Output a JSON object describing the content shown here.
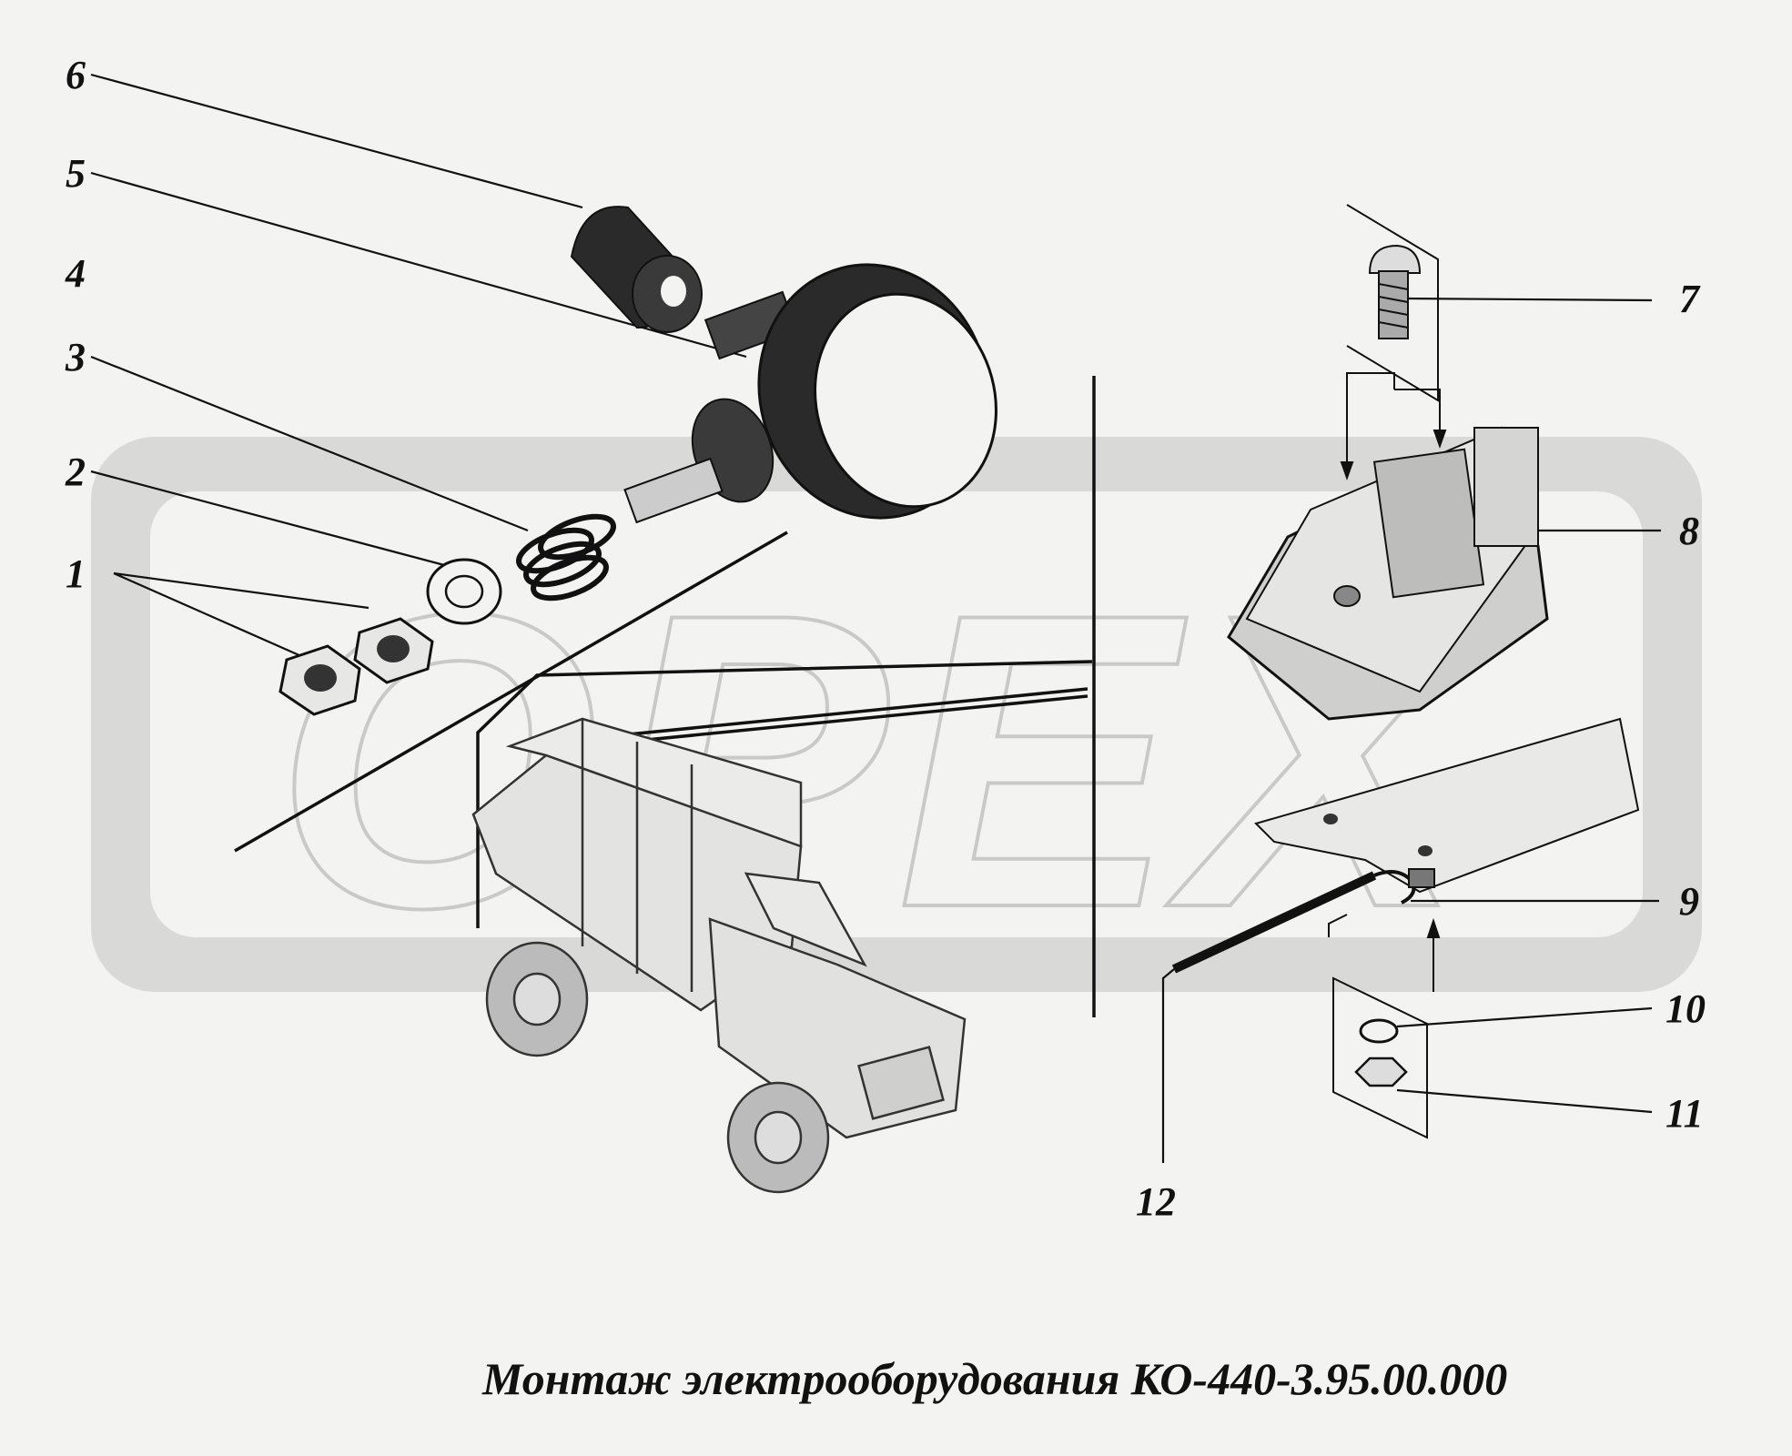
{
  "labels": {
    "l1": "1",
    "l2": "2",
    "l3": "3",
    "l4": "4",
    "l5": "5",
    "l6": "6",
    "l7": "7",
    "l8": "8",
    "l9": "9",
    "l10": "10",
    "l11": "11",
    "l12": "12"
  },
  "watermark": "OPEX",
  "caption": "Монтаж электрооборудования КО-440-3.95.00.000",
  "colors": {
    "ink": "#111111",
    "paper": "#f3f3f1",
    "watermark": "#d7d7d5"
  }
}
